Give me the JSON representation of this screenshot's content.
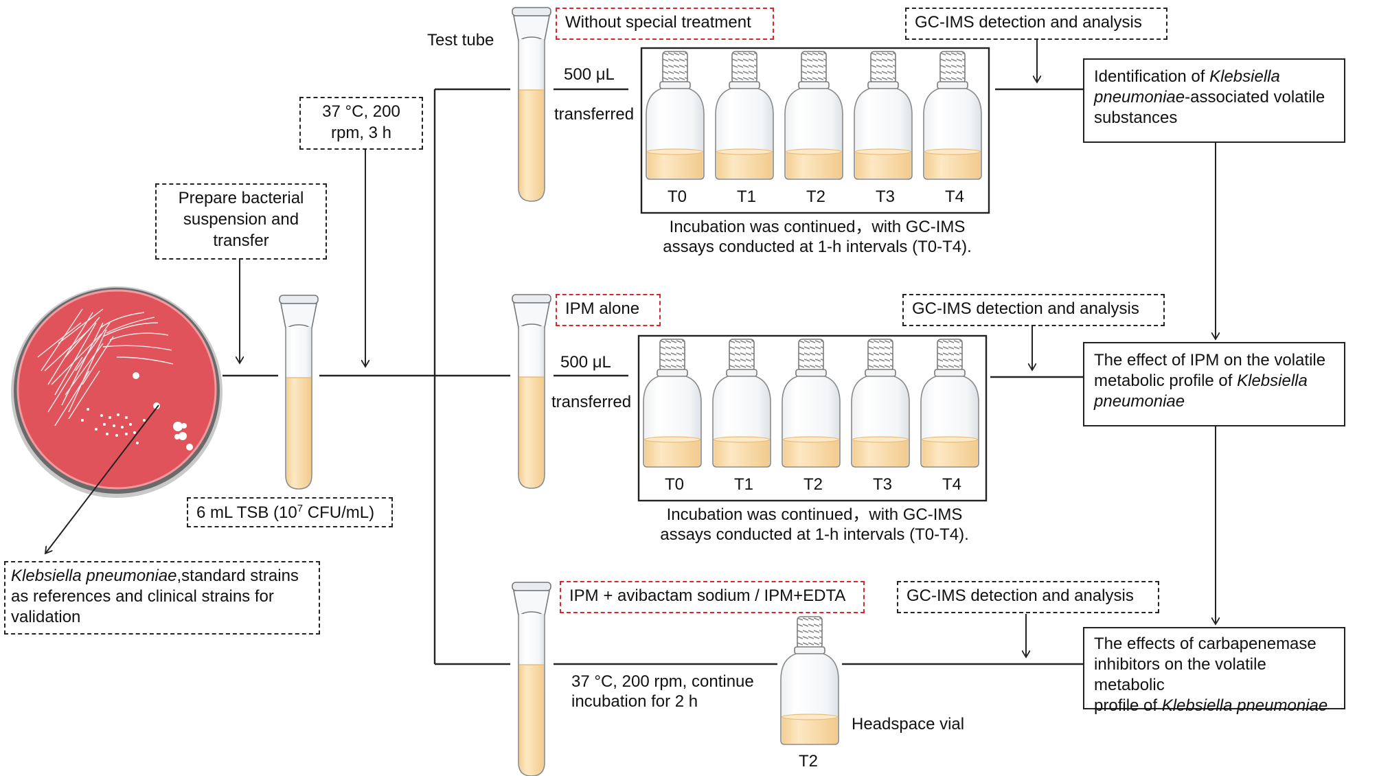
{
  "labels": {
    "test_tube": "Test tube",
    "prep": "Prepare bacterial\nsuspension and\ntransfer",
    "cond1": "37 °C, 200\nrpm, 3 h",
    "tsb_prefix": "6 mL TSB (10",
    "tsb_exp": "7",
    "tsb_suffix": " CFU/mL)",
    "kp_italic": "Klebsiella pneumoniae",
    "kp_rest": ",standard strains\nas references and clinical strains for\nvalidation",
    "row1_treatment": "Without special treatment",
    "row2_treatment": "IPM alone",
    "row3_treatment": "IPM + avibactam sodium / IPM+EDTA",
    "gcims": "GC-IMS detection and analysis",
    "vol": "500 μL",
    "transferred": "transferred",
    "timepoints": [
      "T0",
      "T1",
      "T2",
      "T3",
      "T4"
    ],
    "incubation": "Incubation was continued，with GC-IMS\nassays conducted at 1-h intervals (T0-T4).",
    "cond2": "37 °C, 200 rpm, continue\nincubation for 2 h",
    "headspace": "Headspace vial",
    "t2": "T2",
    "out1_a": "Identification of ",
    "out1_b": "Klebsiella pneumoniae",
    "out1_c": "-associated volatile\nsubstances",
    "out2_a": "The effect of IPM on the volatile\nmetabolic profile of ",
    "out2_b": "Klebsiella pneumoniae",
    "out3_a": "The effects of carbapenemase\ninhibitors on the volatile metabolic\nprofile of ",
    "out3_b": "Klebsiella pneumoniae"
  },
  "colors": {
    "plate": "#e0535b",
    "medium": "#fbe3b8",
    "red_dash": "#d9262b"
  }
}
